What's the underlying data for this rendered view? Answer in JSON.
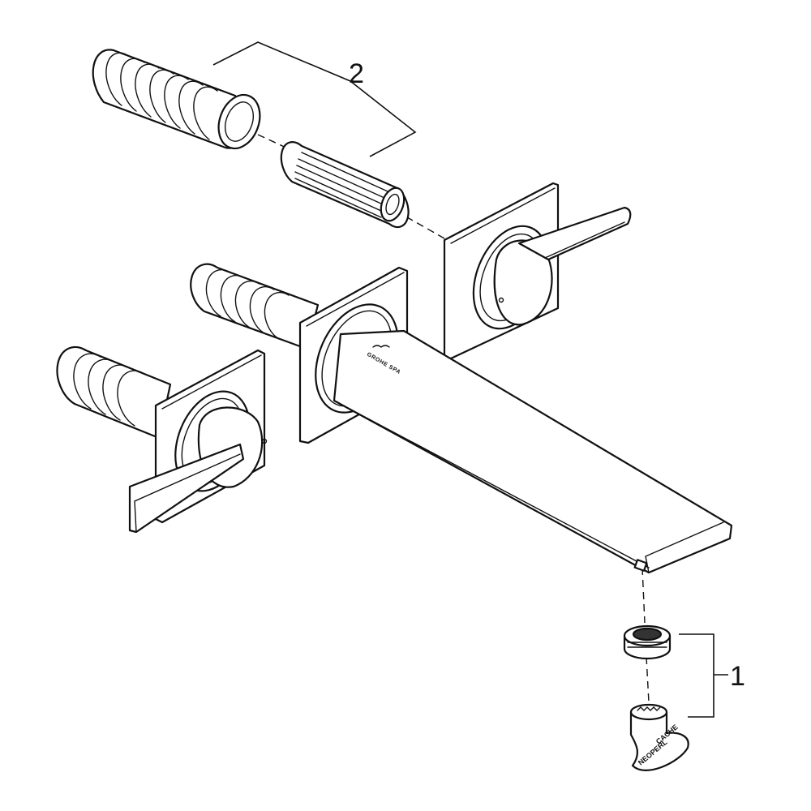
{
  "callouts": {
    "extension_kit": "2",
    "aerator_kit": "1"
  },
  "markings": {
    "spout_brand": "GROHE SPA",
    "tool_top": "CACHE",
    "tool_bottom": "NEOPERL"
  }
}
